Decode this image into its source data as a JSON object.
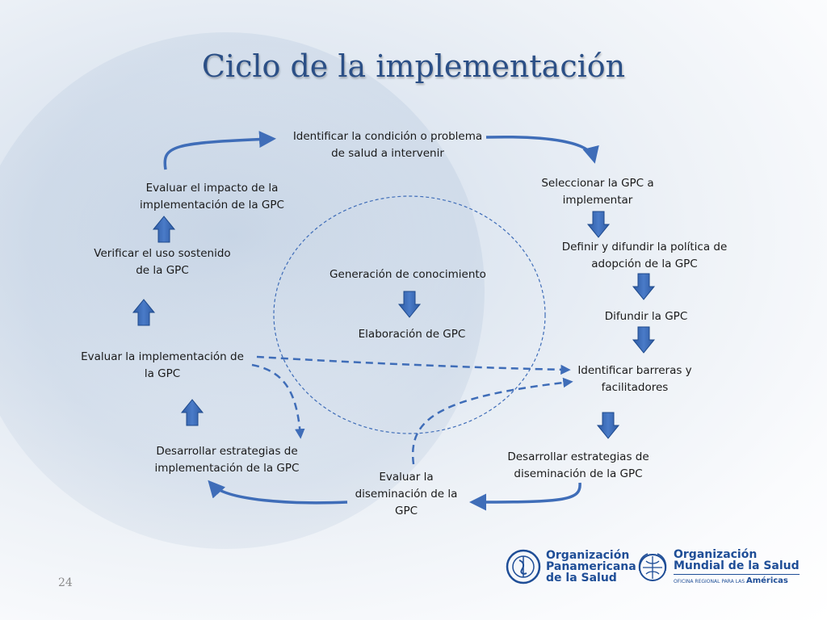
{
  "title": "Ciclo de la implementación",
  "nodes": {
    "identificar_condicion": "Identificar la condición o problema de salud a intervenir",
    "seleccionar_gpc": "Seleccionar la GPC a implementar",
    "definir_politica": "Definir y difundir la política de adopción de la GPC",
    "difundir_gpc": "Difundir la GPC",
    "identificar_barreras": "Identificar barreras y facilitadores",
    "estrategias_diseminacion": "Desarrollar estrategias de diseminación de la GPC",
    "evaluar_diseminacion": "Evaluar la diseminación de la GPC",
    "estrategias_implementacion": "Desarrollar estrategias de implementación de la GPC",
    "evaluar_implementacion": "Evaluar la implementación de la GPC",
    "verificar_uso": "Verificar el uso sostenido de la GPC",
    "evaluar_impacto": "Evaluar el impacto de la implementación de la GPC",
    "generacion_conocimiento": "Generación de conocimiento",
    "elaboracion_gpc": "Elaboración de GPC"
  },
  "page_number": "24",
  "logos": {
    "ops_line1": "Organización",
    "ops_line2": "Panamericana",
    "ops_line3": "de la Salud",
    "oms_line1": "Organización",
    "oms_line2": "Mundial de la Salud",
    "oms_sub_prefix": "OFICINA REGIONAL PARA LAS",
    "oms_sub_region": "Américas"
  },
  "colors": {
    "arrow": "#3f6db8",
    "arrow_dark": "#1f4a8c",
    "title": "#2b4f86",
    "logo": "#1f4e97"
  }
}
